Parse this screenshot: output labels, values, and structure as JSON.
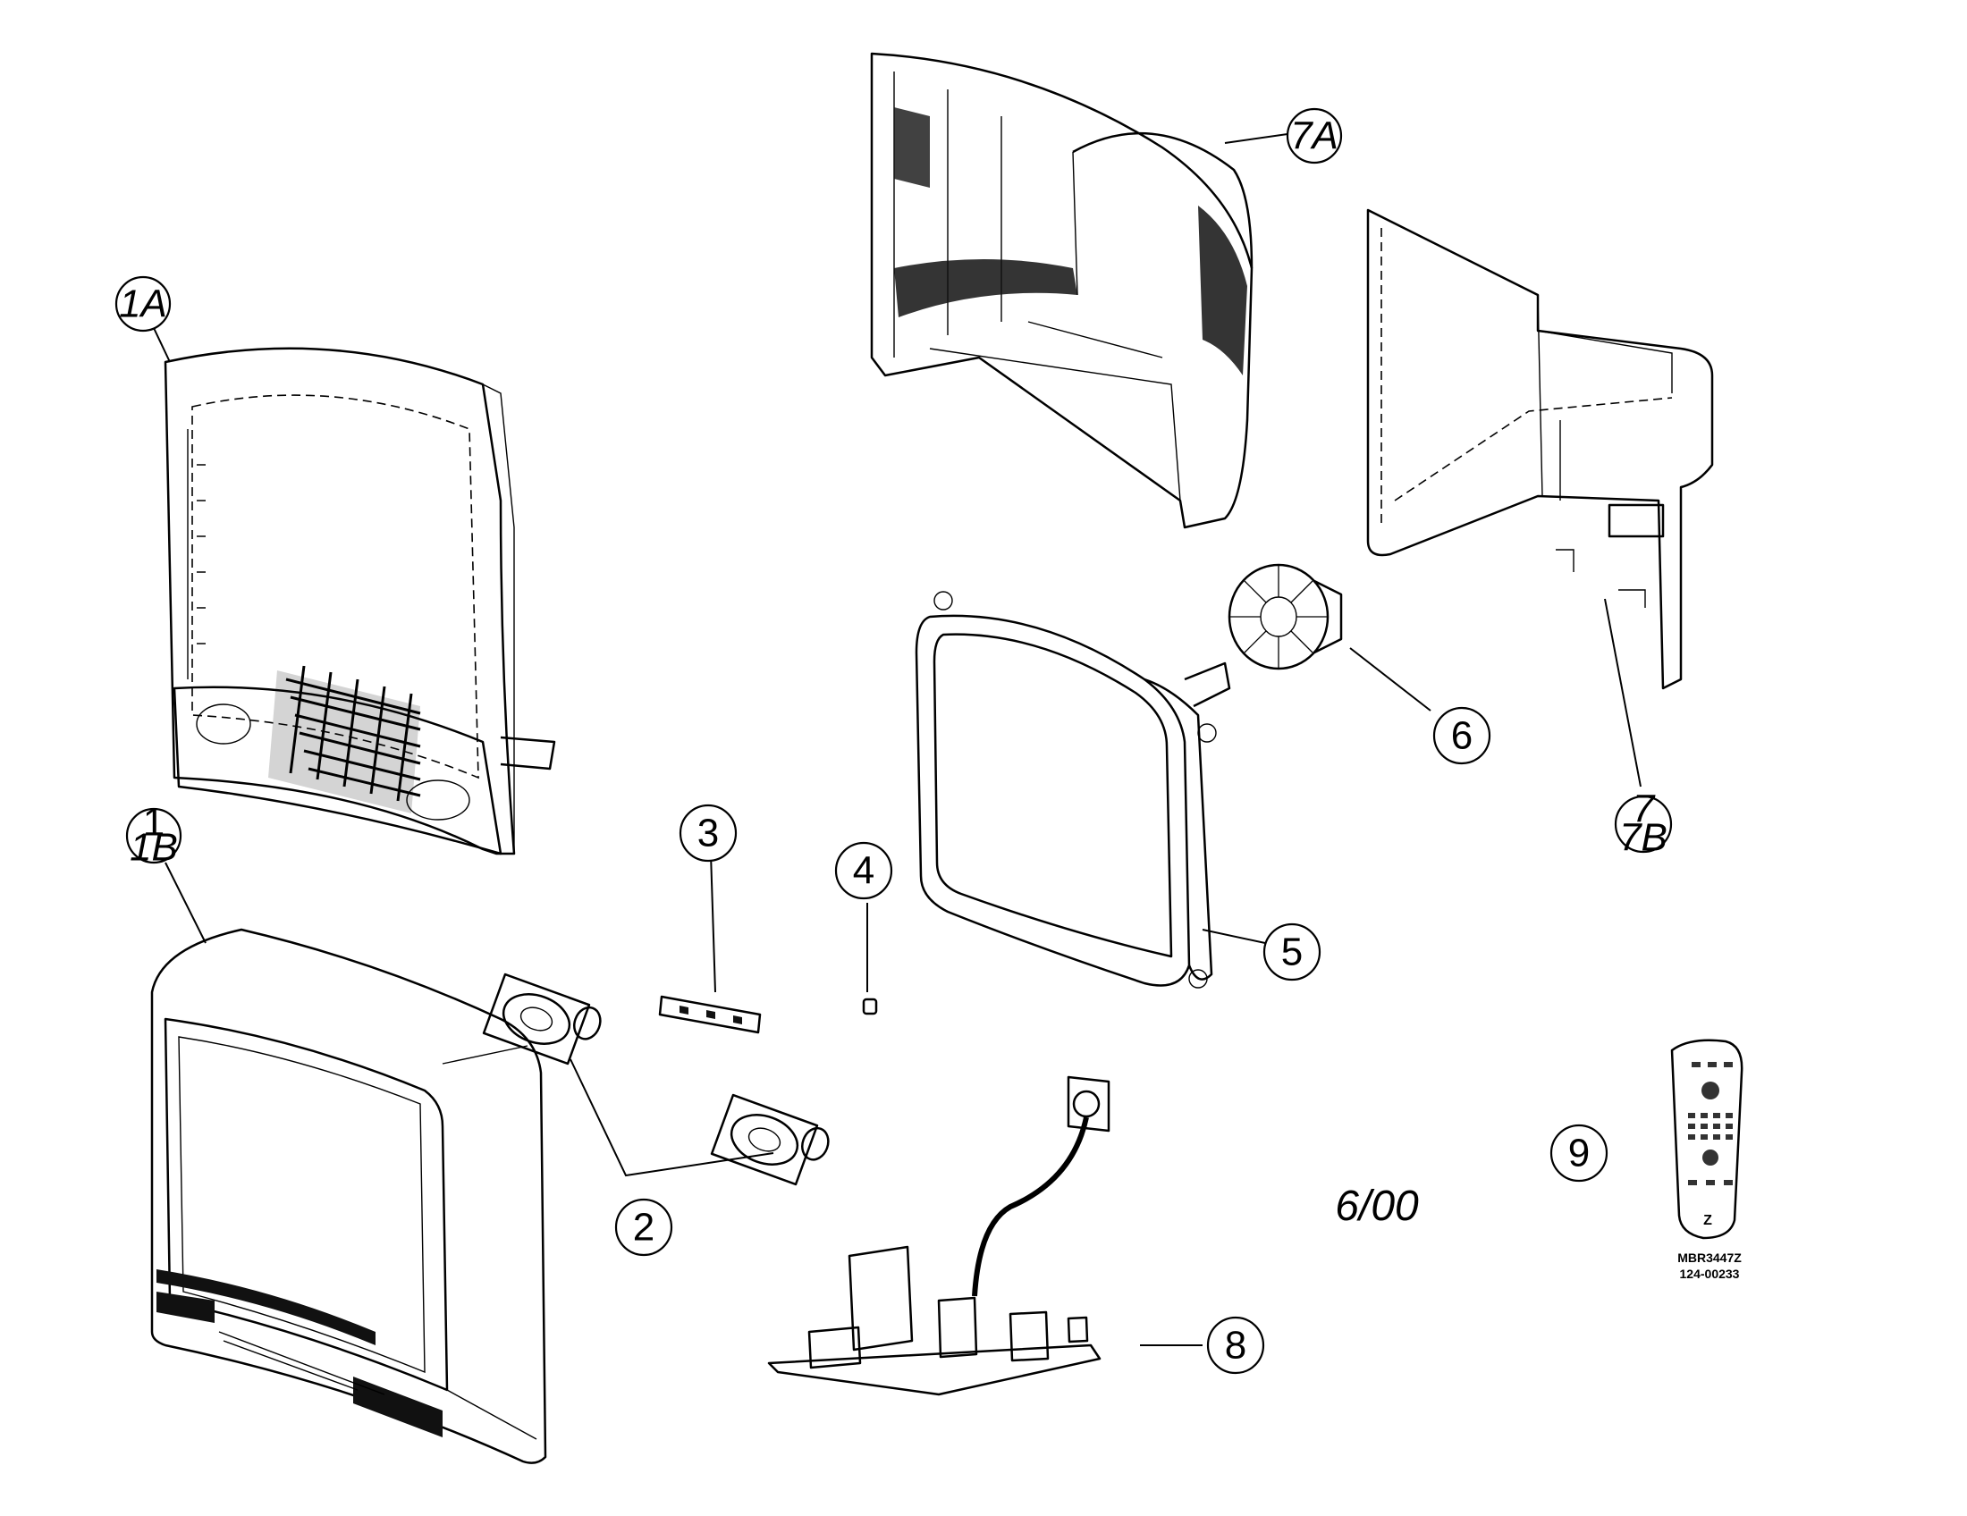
{
  "callouts": {
    "c1a": "1A",
    "c1b_top": "1",
    "c1b_bottom": "1B",
    "c2": "2",
    "c3": "3",
    "c4": "4",
    "c5": "5",
    "c6": "6",
    "c7_top": "7",
    "c7_bottom": "7B",
    "c7a": "7A",
    "c8": "8",
    "c9": "9"
  },
  "date_code": "6/00",
  "remote": {
    "model": "MBR3447Z",
    "part_number": "124-00233"
  }
}
